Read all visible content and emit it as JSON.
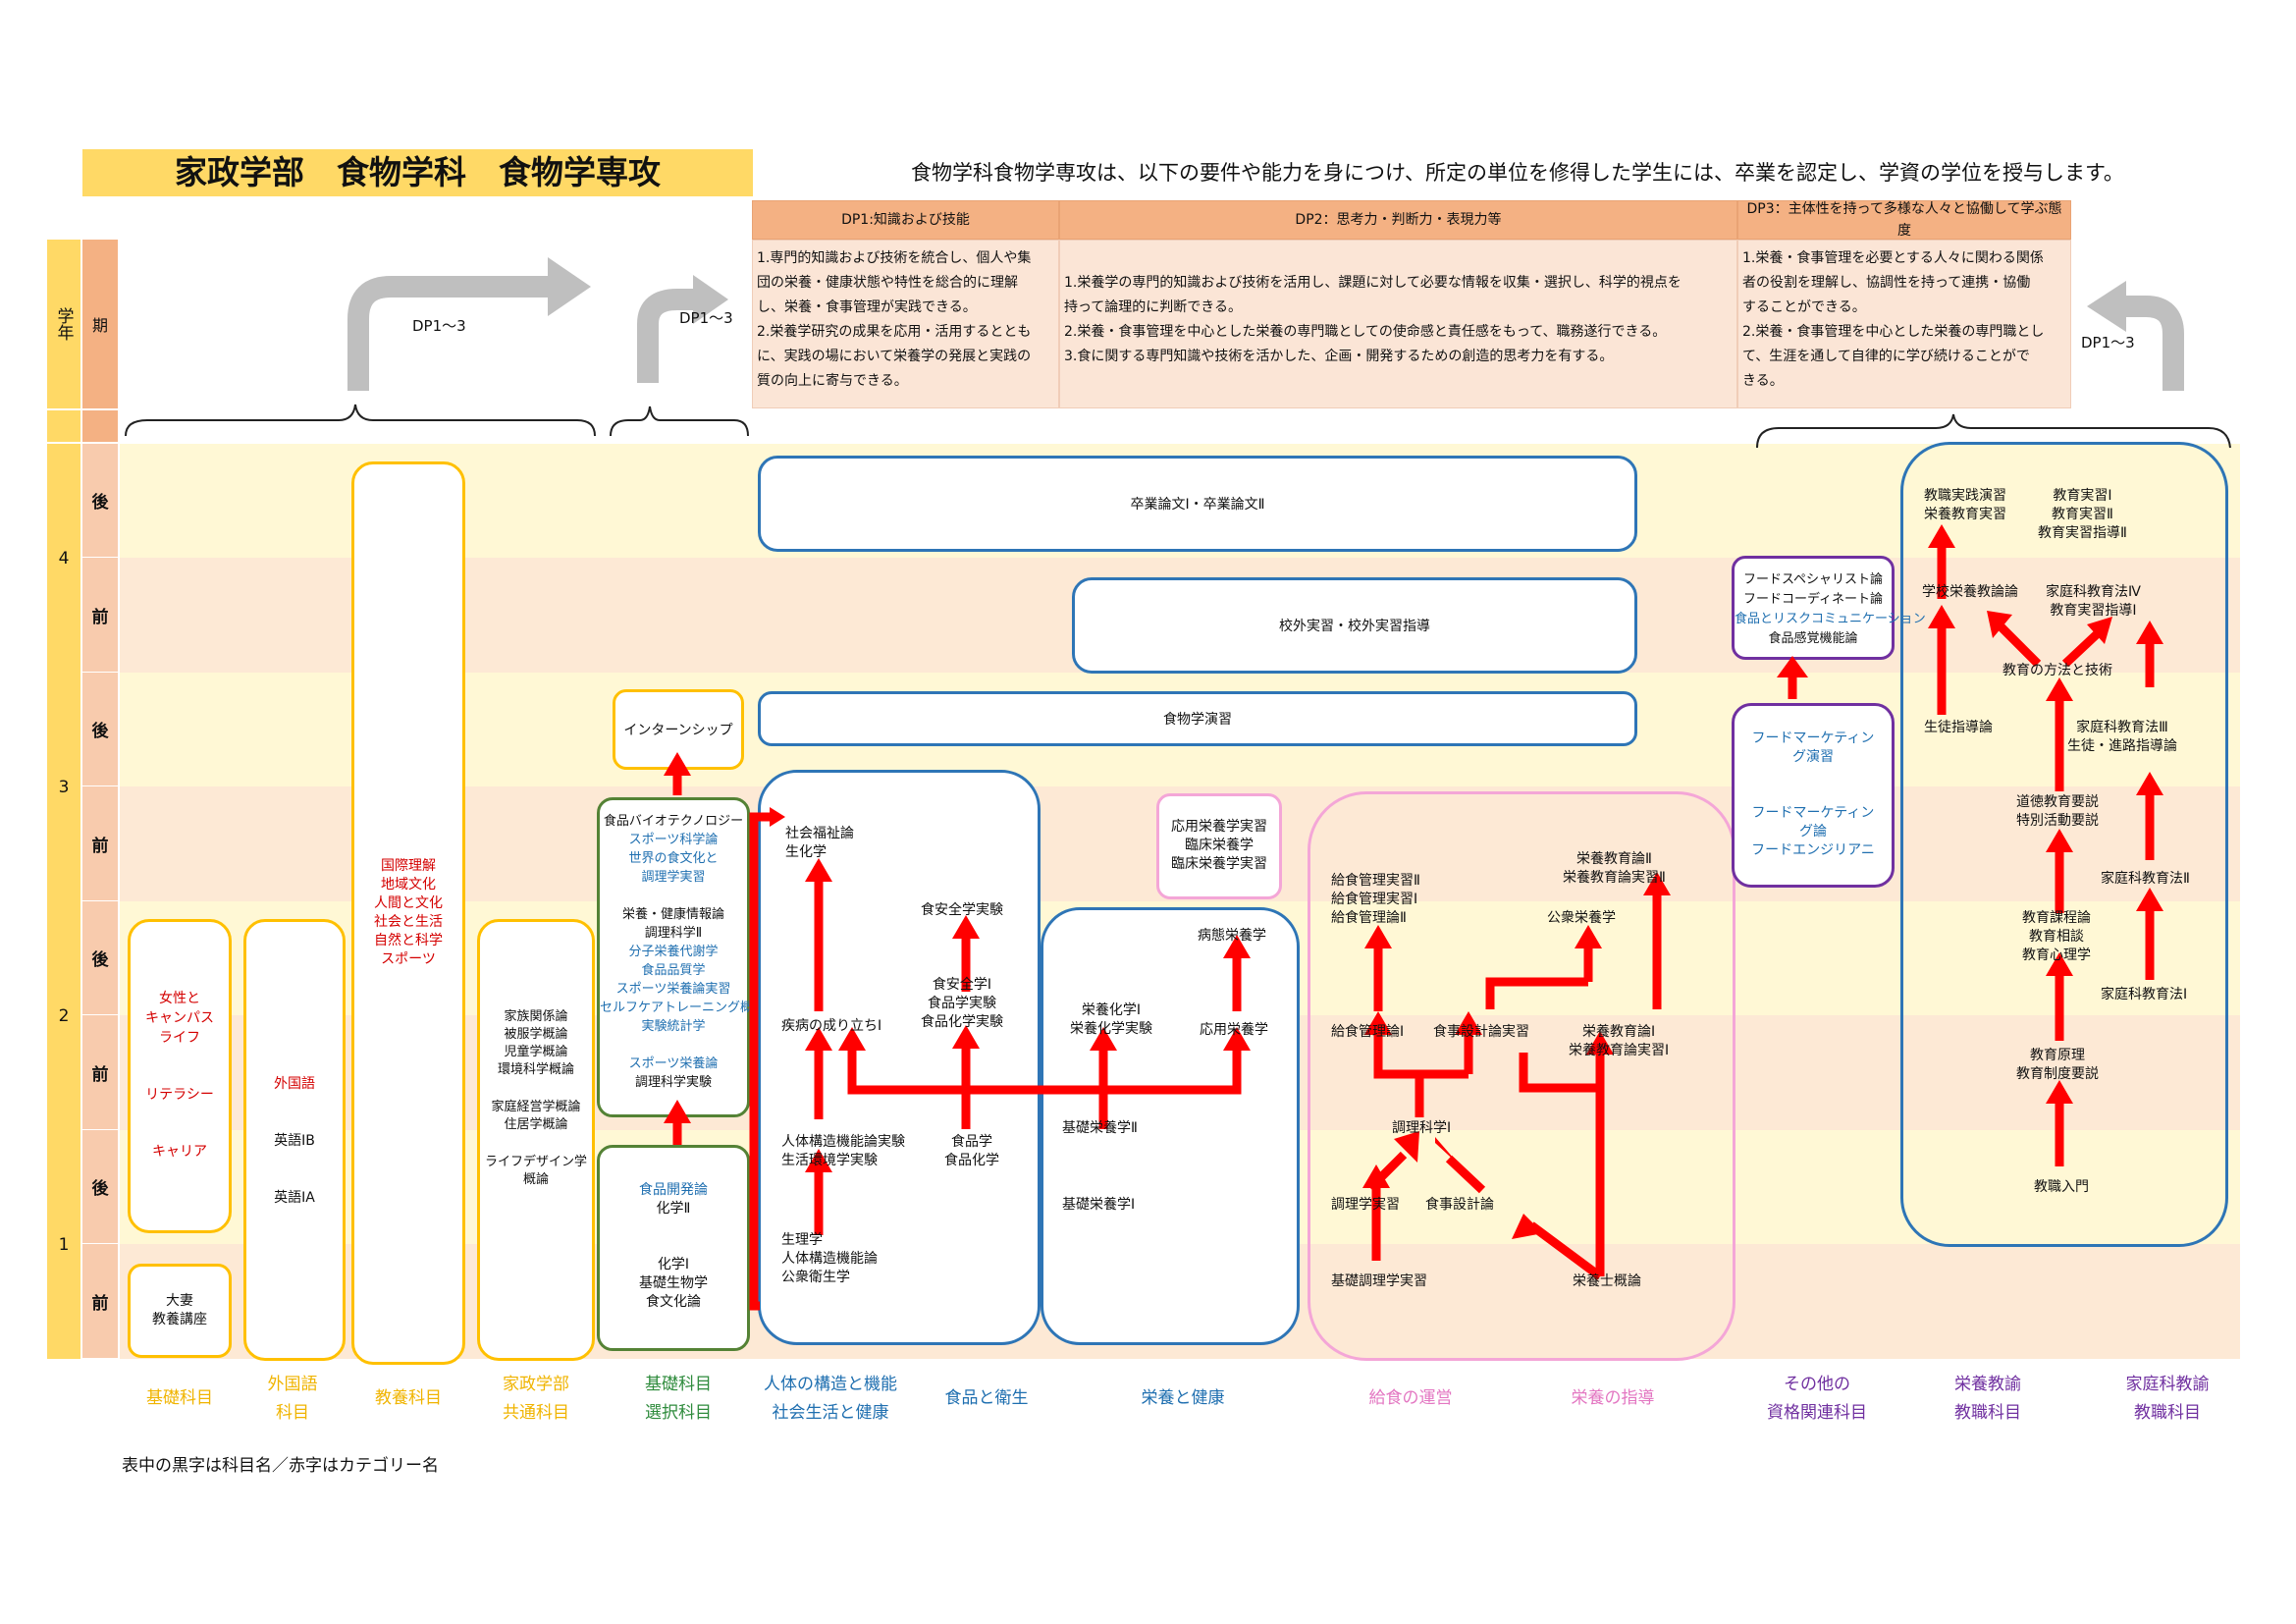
{
  "title": "家政学部　食物学科　食物学専攻",
  "intro": "食物学科食物学専攻は、以下の要件や能力を身につけ、所定の単位を修得した学生には、卒業を認定し、学資の学位を授与します。",
  "dp": [
    {
      "head": "DP1:知識および技能",
      "body": "1.専門的知識および技術を統合し、個人や集\n団の栄養・健康状態や特性を総合的に理解\nし、栄養・食事管理が実践できる。\n2.栄養学研究の成果を応用・活用するととも\nに、実践の場において栄養学の発展と実践の\n質の向上に寄与できる。"
    },
    {
      "head": "DP2：思考力・判断力・表現力等",
      "body": "\n1.栄養学の専門的知識および技術を活用し、課題に対して必要な情報を収集・選択し、科学的視点を\n持って論理的に判断できる。\n2.栄養・食事管理を中心とした栄養の専門職としての使命感と責任感をもって、職務遂行できる。\n3.食に関する専門知識や技術を活かした、企画・開発するための創造的思考力を有する。"
    },
    {
      "head": "DP3：主体性を持って多様な人々と協働して学ぶ態度",
      "body": "1.栄養・食事管理を必要とする人々に関わる関係\n者の役割を理解し、協調性を持って連携・協働\nすることができる。\n2.栄養・食事管理を中心とした栄養の専門職とし\nて、生涯を通して自律的に学び続けることがで\nきる。"
    }
  ],
  "dp_arrow_label": "DP1～3",
  "header": {
    "year": "学年",
    "term": "期"
  },
  "years": [
    "4",
    "3",
    "2",
    "1"
  ],
  "terms": [
    "後",
    "前",
    "後",
    "前",
    "後",
    "前",
    "後",
    "前"
  ],
  "boxes": {
    "kiso": {
      "lines": [
        "女性と",
        "キャンパス",
        "ライフ",
        "",
        "リテラシー",
        "",
        "キャリア"
      ]
    },
    "daitsuma": {
      "lines": [
        "大妻",
        "教養講座"
      ]
    },
    "gaikoku": {
      "cat": "外国語",
      "l1": "英語ⅠB",
      "l2": "英語ⅠA"
    },
    "kyoyo": {
      "lines": [
        "国際理解",
        "地域文化",
        "人間と文化",
        "社会と生活",
        "自然と科学",
        "スポーツ"
      ]
    },
    "kyotsu": {
      "lines": [
        "家族関係論",
        "被服学概論",
        "児童学概論",
        "環境科学概論",
        "",
        "家庭経営学概論",
        "住居学概論",
        "",
        "ライフデザイン学",
        "概論"
      ]
    },
    "intern": "インターンシップ",
    "sentaku_upper": [
      {
        "t": "食品バイオテクノロジー",
        "c": "k"
      },
      {
        "t": "スポーツ科学論",
        "c": "b"
      },
      {
        "t": "世界の食文化と",
        "c": "b"
      },
      {
        "t": "調理学実習",
        "c": "b"
      },
      {
        "t": "",
        "c": "k"
      },
      {
        "t": "栄養・健康情報論",
        "c": "k"
      },
      {
        "t": "調理科学Ⅱ",
        "c": "k"
      },
      {
        "t": "分子栄養代謝学",
        "c": "b"
      },
      {
        "t": "食品品質学",
        "c": "b"
      },
      {
        "t": "スポーツ栄養論実習",
        "c": "b"
      },
      {
        "t": "セルフケアトレーニング概論",
        "c": "b"
      },
      {
        "t": "実験統計学",
        "c": "b"
      },
      {
        "t": "",
        "c": "k"
      },
      {
        "t": "スポーツ栄養論",
        "c": "b"
      },
      {
        "t": "調理科学実験",
        "c": "k"
      }
    ],
    "sentaku_lower": [
      {
        "t": "食品開発論",
        "c": "b"
      },
      {
        "t": "化学Ⅱ",
        "c": "k"
      },
      {
        "t": "",
        "c": "k"
      },
      {
        "t": "",
        "c": "k"
      },
      {
        "t": "化学Ⅰ",
        "c": "k"
      },
      {
        "t": "基礎生物学",
        "c": "k"
      },
      {
        "t": "食文化論",
        "c": "k"
      }
    ],
    "sotsuron": "卒業論文Ⅰ・卒業論文Ⅱ",
    "kogai": "校外実習・校外実習指導",
    "enshu": "食物学演習",
    "oyo": [
      "応用栄養学実習",
      "臨床栄養学",
      "臨床栄養学実習"
    ],
    "jintai": {
      "shakai": [
        "社会福祉論",
        "生化学"
      ],
      "shippei": "疾病の成り立ちⅠ",
      "jintai_jikken": [
        "人体構造機能論実験",
        "生活環境学実験"
      ],
      "seiri": [
        "生理学",
        "人体構造機能論",
        "公衆衛生学"
      ]
    },
    "shokuhin": {
      "anzen_jikken": "食安全学実験",
      "anzen": [
        "食安全学Ⅰ",
        "食品学実験",
        "食品化学実験"
      ],
      "shokuhingaku": [
        "食品学",
        "食品化学"
      ]
    },
    "eiyo": {
      "byotai": "病態栄養学",
      "eiyokagaku": [
        "栄養化学Ⅰ",
        "栄養化学実験"
      ],
      "oyoeiyo": "応用栄養学",
      "kiso2": "基礎栄養学Ⅱ",
      "kiso1": "基礎栄養学Ⅰ"
    },
    "kyushoku": {
      "kanri2": [
        "給食管理実習Ⅱ",
        "給食管理実習Ⅰ",
        "給食管理論Ⅱ"
      ],
      "kanri1": "給食管理論Ⅰ",
      "sekkei_jisshu": "食事設計論実習",
      "chori1": "調理科学Ⅰ",
      "chorijisshu": "調理学実習",
      "sekkei": "食事設計論",
      "kisochori": "基礎調理学実習"
    },
    "shido": {
      "kyoiku2": [
        "栄養教育論Ⅱ",
        "栄養教育論実習Ⅱ"
      ],
      "koshu": "公衆栄養学",
      "kyoiku1": [
        "栄養教育論Ⅰ",
        "栄養教育論実習Ⅰ"
      ],
      "gairon": "栄養士概論"
    },
    "sonota_upper": [
      {
        "t": "フードスペシャリスト論",
        "c": "k"
      },
      {
        "t": "フードコーディネート論",
        "c": "k"
      },
      {
        "t": "食品とリスクコミュニケーション",
        "c": "b"
      },
      {
        "t": "食品感覚機能論",
        "c": "k"
      }
    ],
    "sonota_lower": [
      {
        "t": "フードマーケティン",
        "c": "b"
      },
      {
        "t": "グ演習",
        "c": "b"
      },
      {
        "t": "",
        "c": "k"
      },
      {
        "t": "",
        "c": "k"
      },
      {
        "t": "フードマーケティン",
        "c": "b"
      },
      {
        "t": "グ論",
        "c": "b"
      },
      {
        "t": "フードエンジリアニ",
        "c": "b"
      }
    ],
    "kyoshoku": {
      "jissen": [
        "教職実践演習",
        "栄養教育実習"
      ],
      "gakko": "学校栄養教論論",
      "seito": "生徒指導論",
      "jisshu": [
        "教育実習Ⅰ",
        "教育実習Ⅱ",
        "教育実習指導Ⅱ"
      ],
      "ho4": [
        "家庭科教育法Ⅳ",
        "教育実習指導Ⅰ"
      ],
      "hoho": "教育の方法と技術",
      "ho3": [
        "家庭科教育法Ⅲ",
        "生徒・進路指導論"
      ],
      "dotoku": [
        "道徳教育要説",
        "特別活動要説"
      ],
      "ho2": "家庭科教育法Ⅱ",
      "katei": [
        "教育課程論",
        "教育相談",
        "教育心理学"
      ],
      "ho1": "家庭科教育法Ⅰ",
      "genri": [
        "教育原理",
        "教育制度要説"
      ],
      "nyumon": "教職入門"
    }
  },
  "categories": [
    {
      "text": "基礎科目",
      "color": "#f0b400"
    },
    {
      "text": "外国語\n科目",
      "color": "#f0b400"
    },
    {
      "text": "教養科目",
      "color": "#f0b400"
    },
    {
      "text": "家政学部\n共通科目",
      "color": "#f0b400"
    },
    {
      "text": "基礎科目\n選択科目",
      "color": "#2e8b3c"
    },
    {
      "text": "人体の構造と機能\n社会生活と健康",
      "color": "#1f6fb0"
    },
    {
      "text": "食品と衛生",
      "color": "#1f6fb0"
    },
    {
      "text": "栄養と健康",
      "color": "#1f6fb0"
    },
    {
      "text": "給食の運営",
      "color": "#e377c2"
    },
    {
      "text": "栄養の指導",
      "color": "#e377c2"
    },
    {
      "text": "その他の\n資格関連科目",
      "color": "#7030a0"
    },
    {
      "text": "栄養教諭\n教職科目",
      "color": "#7030a0"
    },
    {
      "text": "家庭科教諭\n教職科目",
      "color": "#7030a0"
    }
  ],
  "note": "表中の黒字は科目名／赤字はカテゴリー名",
  "colors": {
    "arrow": "#ff0000",
    "yellow": "#ffd966",
    "orange": "#f4b183",
    "blue": "#2e75b6",
    "green": "#548235",
    "pink": "#f4a6d7",
    "purple": "#7030a0",
    "gold": "#ffc000"
  }
}
